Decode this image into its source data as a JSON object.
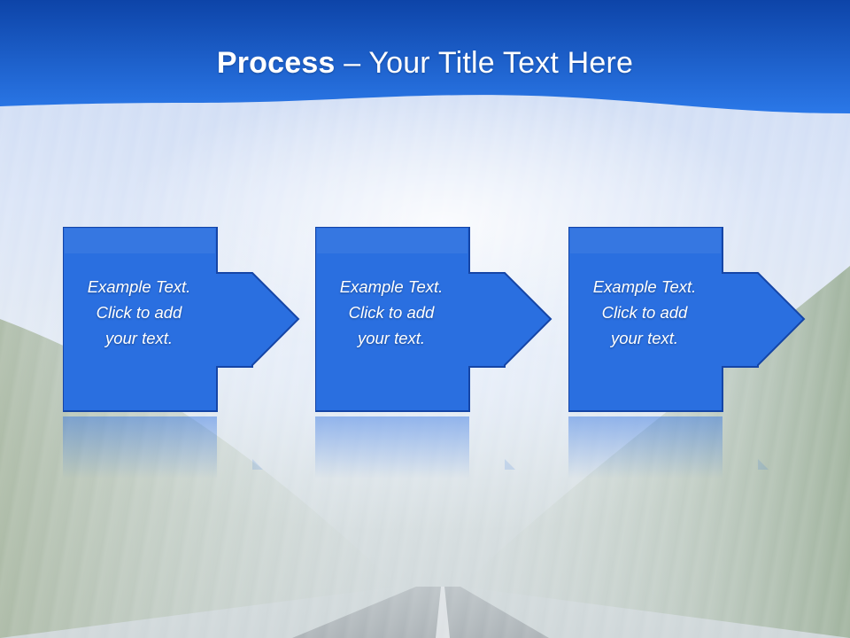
{
  "slide": {
    "title_bold": "Process",
    "title_rest": " – Your Title Text Here"
  },
  "steps": [
    {
      "line1": "Example Text.",
      "line2": "Click  to add",
      "line3": "your text."
    },
    {
      "line1": "Example Text.",
      "line2": "Click  to add",
      "line3": "your text."
    },
    {
      "line1": "Example Text.",
      "line2": "Click  to add",
      "line3": "your text."
    }
  ],
  "colors": {
    "header_blue": "#1c5fd0",
    "step_fill": "#2a6fe0",
    "step_border": "#1545a6"
  }
}
